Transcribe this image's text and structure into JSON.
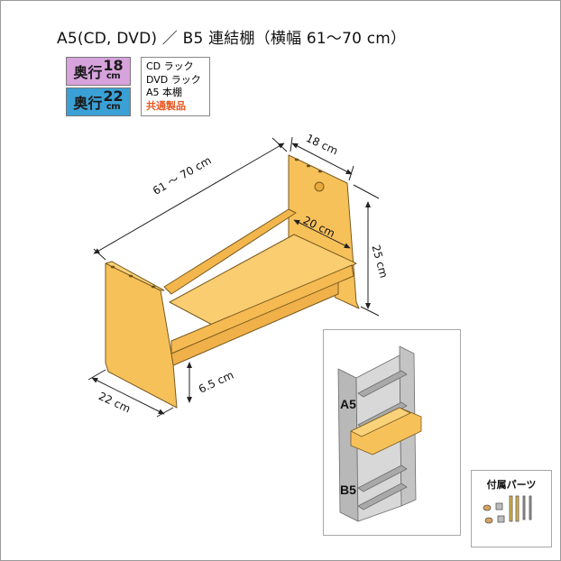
{
  "title": "A5(CD, DVD) ／ B5 連結棚（横幅 61～70 cm）",
  "badges": {
    "depth18": {
      "kanji": "奥行",
      "number": "18",
      "unit": "cm",
      "color": "#d7a3dc"
    },
    "depth22": {
      "kanji": "奥行",
      "number": "22",
      "unit": "cm",
      "color": "#3aa0d5"
    }
  },
  "shelf_types": {
    "items": [
      "CD ラック",
      "DVD ラック",
      "A5 本棚"
    ],
    "shared_label": "共通製品"
  },
  "dimensions": {
    "width": "61 ～ 70 cm",
    "top_depth": "18 cm",
    "inner_depth": "20 cm",
    "height": "25 cm",
    "bottom_gap": "6.5 cm",
    "bottom_depth": "22 cm"
  },
  "inset": {
    "upper_label": "A5",
    "lower_label": "B5"
  },
  "parts": {
    "label": "付属パーツ"
  },
  "colors": {
    "wood": "#f7c15a",
    "wood_edge": "#7a5a1e",
    "gray_shelf": "#bdbdbd",
    "accent": "#e8551e"
  }
}
